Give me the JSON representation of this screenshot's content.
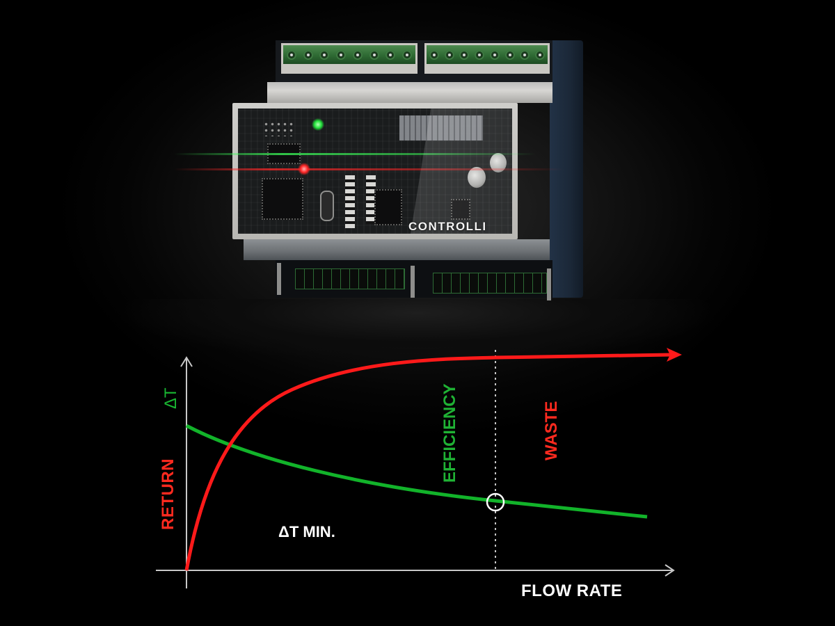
{
  "device": {
    "brand_label": "CONTROLLI",
    "top_connectors": [
      {
        "name": "left",
        "pins": 8
      },
      {
        "name": "right",
        "pins": 8
      }
    ],
    "bottom_terminals": [
      {
        "name": "left",
        "pins": 12
      },
      {
        "name": "right",
        "pins": 12
      }
    ],
    "leds": [
      {
        "name": "status-green",
        "color": "#22e23b"
      },
      {
        "name": "status-red",
        "color": "#ff2525"
      }
    ]
  },
  "chart": {
    "y_axis_label_red": "RETURN",
    "y_axis_label_green": "ΔT",
    "x_axis_label": "FLOW RATE",
    "region_left_label": "EFFICIENCY",
    "region_right_label": "WASTE",
    "threshold_label": "ΔT MIN.",
    "colors": {
      "return_curve": "#ff1a1a",
      "delta_t_curve": "#12b32a",
      "axes": "#c8c8c8",
      "threshold_line": "#c8c8c8",
      "marker": "#ffffff",
      "background": "#000000"
    }
  },
  "chart_data": {
    "type": "line",
    "title": "",
    "xlabel": "FLOW RATE",
    "ylabel": "RETURN / ΔT",
    "xlim": [
      0,
      100
    ],
    "ylim": [
      0,
      100
    ],
    "grid": false,
    "legend": "none (inline colored axis labels)",
    "series": [
      {
        "name": "RETURN",
        "color": "#ff1a1a",
        "x": [
          0,
          2,
          5,
          10,
          15,
          20,
          30,
          40,
          50,
          60,
          70,
          80,
          90,
          100
        ],
        "values": [
          0,
          30,
          52,
          68,
          76,
          81,
          87,
          90,
          92,
          93,
          94,
          94.5,
          95,
          95
        ],
        "note": "saturating curve ending with arrowhead"
      },
      {
        "name": "ΔT",
        "color": "#12b32a",
        "x": [
          0,
          10,
          20,
          30,
          40,
          50,
          60,
          70,
          80,
          90
        ],
        "values": [
          70,
          62,
          56,
          51,
          47,
          43,
          40,
          37,
          35,
          33
        ],
        "note": "decreasing curve"
      }
    ],
    "annotations": [
      {
        "type": "vline",
        "x": 63,
        "style": "dotted",
        "label": "ΔT MIN."
      },
      {
        "type": "marker",
        "shape": "circle",
        "x": 63,
        "y": 40,
        "note": "ΔT MIN. operating point"
      },
      {
        "type": "region_label",
        "text": "EFFICIENCY",
        "side": "left of threshold"
      },
      {
        "type": "region_label",
        "text": "WASTE",
        "side": "right of threshold"
      }
    ]
  }
}
